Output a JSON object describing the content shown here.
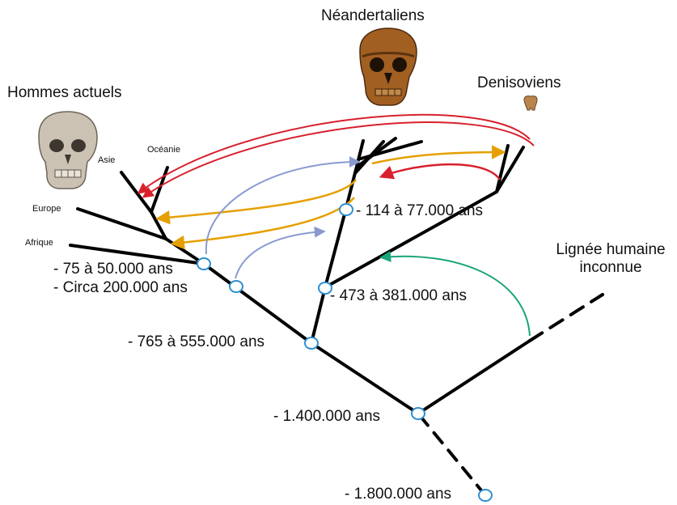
{
  "groups": {
    "modern_humans": "Hommes actuels",
    "neanderthals": "Néandertaliens",
    "denisovans": "Denisoviens",
    "unknown_lineage_line1": "Lignée humaine",
    "unknown_lineage_line2": "inconnue"
  },
  "populations": {
    "asia": "Asie",
    "oceania": "Océanie",
    "europe": "Europe",
    "africa": "Afrique"
  },
  "nodes": {
    "n_114_77": "- 114 à 77.000 ans",
    "n_75_50": "- 75 à 50.000 ans",
    "n_200": "- Circa 200.000 ans",
    "n_473_381": "- 473 à 381.000 ans",
    "n_765_555": "- 765 à 555.000 ans",
    "n_1400": "- 1.400.000 ans",
    "n_1800": "- 1.800.000 ans"
  },
  "colors": {
    "branch": "#000000",
    "node_stroke": "#2e8fd0",
    "neanderthal_flow": "#e5a000",
    "denisovan_flow": "#d8202c",
    "modern_flow": "#8a9ad0",
    "unknown_flow": "#1aa57a"
  },
  "images": {
    "modern_skull": "skull-icon",
    "neanderthal_skull": "skull-icon",
    "denisovan_tooth": "tooth-icon"
  }
}
